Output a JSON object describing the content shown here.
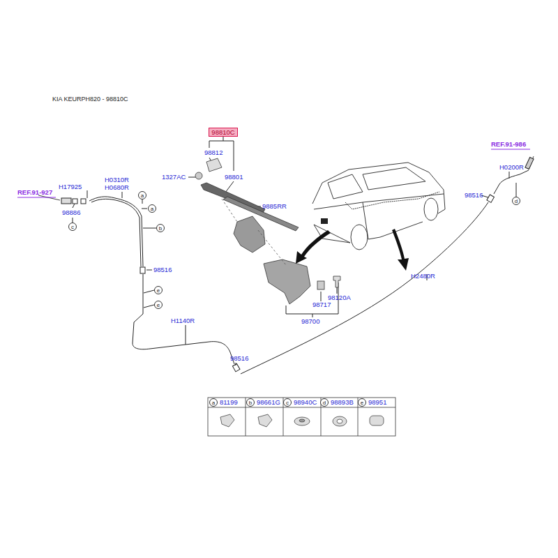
{
  "diagram": {
    "title": "KIA KEURPH820 - 98810C",
    "nodes": [
      {
        "text": [
          "98810C"
        ]
      },
      {
        "text": [
          "a"
        ]
      },
      {
        "text": [
          "a"
        ]
      },
      {
        "text": [
          "b"
        ]
      },
      {
        "text": [
          "c"
        ]
      },
      {
        "text": [
          "d"
        ]
      },
      {
        "text": [
          "e"
        ]
      },
      {
        "text": [
          "e"
        ]
      },
      {
        "text": [
          "a"
        ]
      },
      {
        "text": [
          "b"
        ]
      },
      {
        "text": [
          "c"
        ]
      },
      {
        "text": [
          "d"
        ]
      },
      {
        "text": [
          "e"
        ]
      }
    ],
    "labels": [
      "98812",
      "98801",
      "1327AC",
      "9885RR",
      "H17925",
      "H0310R",
      "H0680R",
      "REF.91-927",
      "98886",
      "98516",
      "H1140R",
      "98516",
      "98717",
      "98120A",
      "98700",
      "H2480R",
      "REF.91-986",
      "H0200R",
      "98516",
      "81199",
      "98661G",
      "98940C",
      "98893B",
      "98951"
    ]
  }
}
